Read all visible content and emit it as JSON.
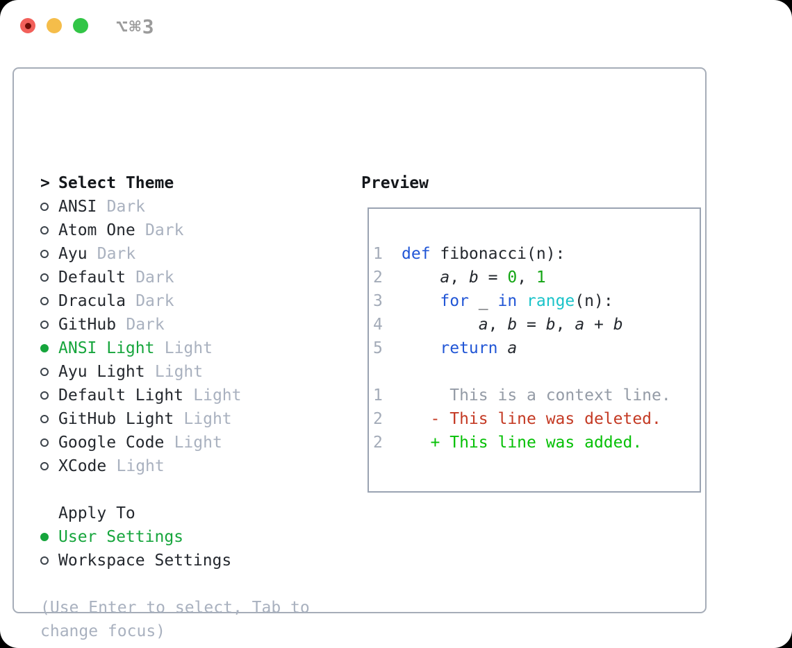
{
  "window": {
    "title": "⌥⌘3"
  },
  "theme_picker": {
    "header_prefix": ">",
    "header": "Select Theme",
    "items": [
      {
        "name": "ANSI",
        "variant": "Dark",
        "selected": false
      },
      {
        "name": "Atom One",
        "variant": "Dark",
        "selected": false
      },
      {
        "name": "Ayu",
        "variant": "Dark",
        "selected": false
      },
      {
        "name": "Default",
        "variant": "Dark",
        "selected": false
      },
      {
        "name": "Dracula",
        "variant": "Dark",
        "selected": false
      },
      {
        "name": "GitHub",
        "variant": "Dark",
        "selected": false
      },
      {
        "name": "ANSI Light",
        "variant": "Light",
        "selected": true
      },
      {
        "name": "Ayu Light",
        "variant": "Light",
        "selected": false
      },
      {
        "name": "Default Light",
        "variant": "Light",
        "selected": false
      },
      {
        "name": "GitHub Light",
        "variant": "Light",
        "selected": false
      },
      {
        "name": "Google Code",
        "variant": "Light",
        "selected": false
      },
      {
        "name": "XCode",
        "variant": "Light",
        "selected": false
      }
    ]
  },
  "apply_to": {
    "header": "Apply To",
    "options": [
      {
        "label": "User Settings",
        "selected": true
      },
      {
        "label": "Workspace Settings",
        "selected": false
      }
    ]
  },
  "footer_hint": "(Use Enter to select, Tab to change focus)",
  "preview": {
    "header": "Preview",
    "code_lines": [
      {
        "num": "1",
        "segments": [
          {
            "t": "def",
            "c": "kw"
          },
          {
            "t": " fibonacci(n):",
            "c": "fg"
          }
        ]
      },
      {
        "num": "2",
        "segments": [
          {
            "t": "    ",
            "c": "fg"
          },
          {
            "t": "a",
            "c": "var"
          },
          {
            "t": ", ",
            "c": "fg"
          },
          {
            "t": "b",
            "c": "var"
          },
          {
            "t": " = ",
            "c": "fg"
          },
          {
            "t": "0",
            "c": "num"
          },
          {
            "t": ", ",
            "c": "fg"
          },
          {
            "t": "1",
            "c": "num"
          }
        ]
      },
      {
        "num": "3",
        "segments": [
          {
            "t": "    ",
            "c": "fg"
          },
          {
            "t": "for",
            "c": "kw"
          },
          {
            "t": " _ ",
            "c": "fg"
          },
          {
            "t": "in",
            "c": "kw"
          },
          {
            "t": " ",
            "c": "fg"
          },
          {
            "t": "range",
            "c": "builtin"
          },
          {
            "t": "(n):",
            "c": "fg"
          }
        ]
      },
      {
        "num": "4",
        "segments": [
          {
            "t": "        ",
            "c": "fg"
          },
          {
            "t": "a",
            "c": "var"
          },
          {
            "t": ", ",
            "c": "fg"
          },
          {
            "t": "b",
            "c": "var"
          },
          {
            "t": " = ",
            "c": "fg"
          },
          {
            "t": "b",
            "c": "var"
          },
          {
            "t": ", ",
            "c": "fg"
          },
          {
            "t": "a",
            "c": "var"
          },
          {
            "t": " + ",
            "c": "fg"
          },
          {
            "t": "b",
            "c": "var"
          }
        ]
      },
      {
        "num": "5",
        "segments": [
          {
            "t": "    ",
            "c": "fg"
          },
          {
            "t": "return",
            "c": "kw"
          },
          {
            "t": " ",
            "c": "fg"
          },
          {
            "t": "a",
            "c": "var"
          }
        ]
      }
    ],
    "diff_lines": [
      {
        "num": "1",
        "kind": "context",
        "segments": [
          {
            "t": "     This is a context line.",
            "c": "ctx"
          }
        ]
      },
      {
        "num": "2",
        "kind": "deleted",
        "segments": [
          {
            "t": "   - This line was deleted.",
            "c": "del"
          }
        ]
      },
      {
        "num": "2",
        "kind": "added",
        "segments": [
          {
            "t": "   + This line was added.",
            "c": "add"
          }
        ]
      }
    ]
  },
  "colors": {
    "text": "#24282e",
    "muted": "#a9b1bf",
    "line_number": "#a3abb8",
    "selection_green": "#16a53c",
    "keyword_blue": "#2156d6",
    "builtin_cyan": "#1ac3c9",
    "number_green": "#13a513",
    "diff_context": "#949ba6",
    "diff_deleted": "#c43a24",
    "diff_added": "#06c006",
    "box_border": "#a6adb8",
    "preview_border": "#9aa3b2",
    "title": "#9b9b9b",
    "traffic_red": "#f2605a",
    "traffic_red_dot": "#6e0d06",
    "traffic_yellow": "#f5bd4a",
    "traffic_green": "#32c546"
  }
}
